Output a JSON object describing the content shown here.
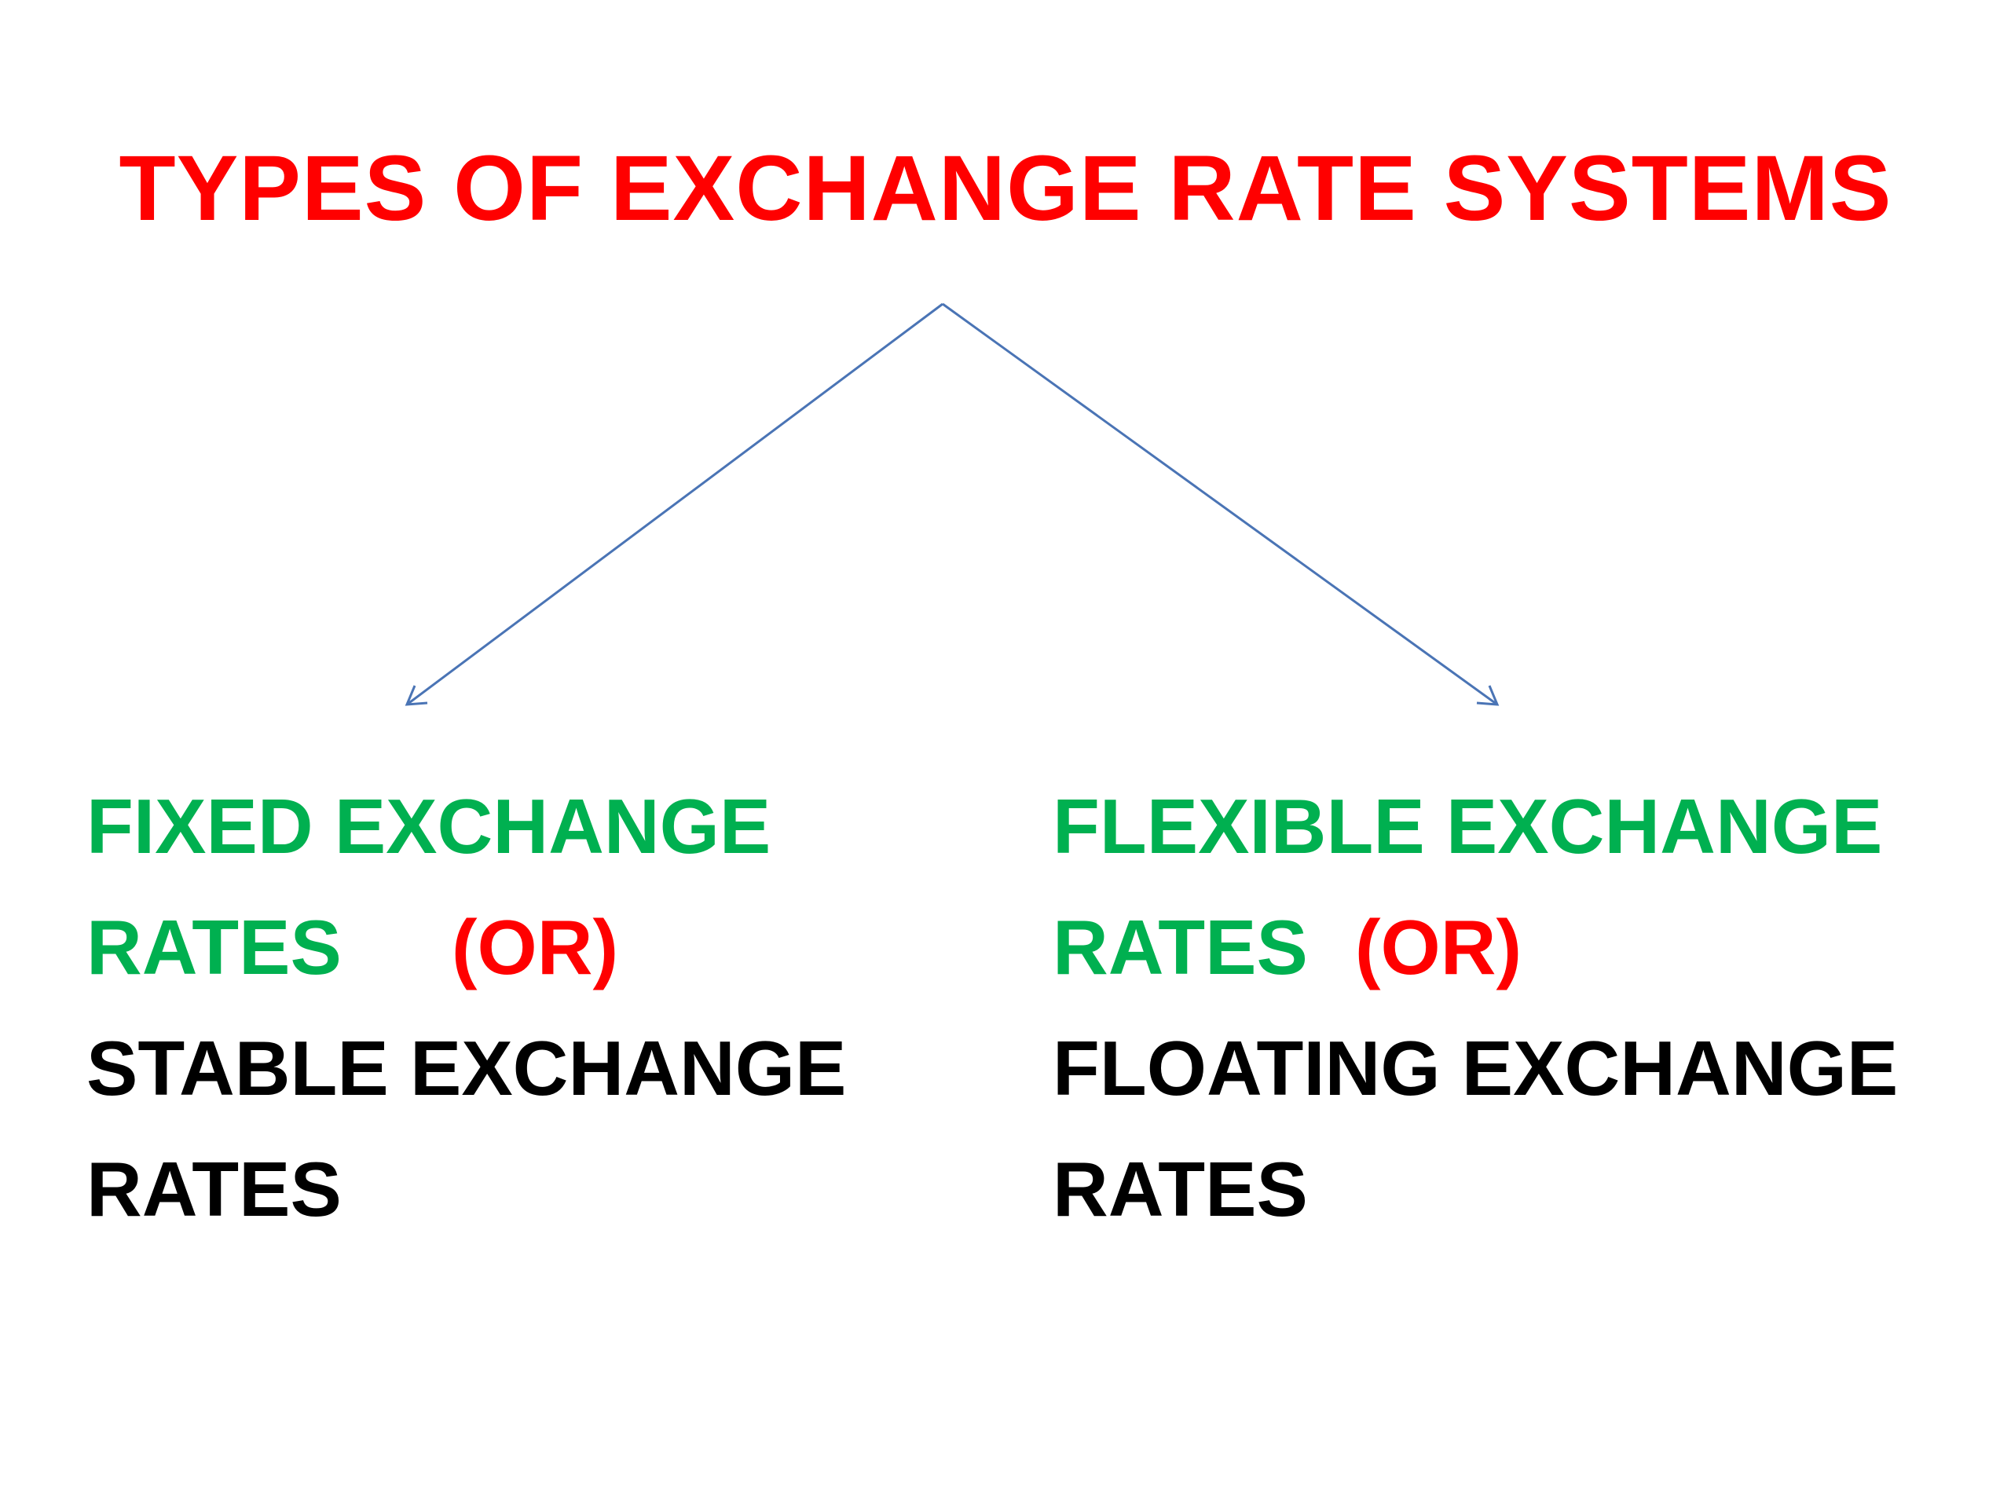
{
  "title": "TYPES OF EXCHANGE RATE SYSTEMS",
  "colors": {
    "title": "#ff0000",
    "primary_term": "#00b050",
    "or_word": "#ff0000",
    "alternate_term": "#000000",
    "arrow": "#4a74b5"
  },
  "left": {
    "line1": "FIXED EXCHANGE",
    "line2": "RATES",
    "or": "(OR)",
    "line3": "STABLE EXCHANGE",
    "line4": "RATES"
  },
  "right": {
    "line1": "FLEXIBLE EXCHANGE",
    "line2": "RATES",
    "or": "(OR)",
    "line3": "FLOATING EXCHANGE",
    "line4": "RATES"
  }
}
